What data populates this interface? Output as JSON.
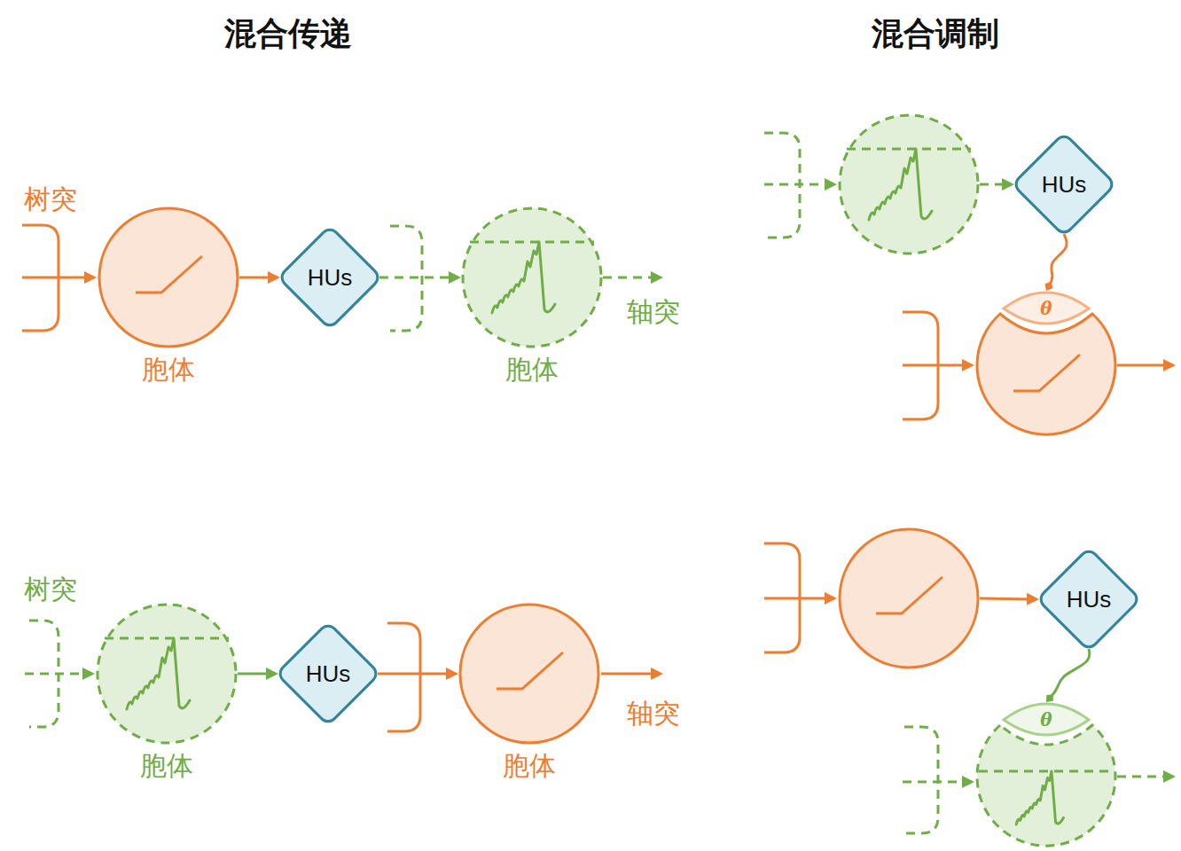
{
  "diagram": {
    "nodes": [
      {
        "text": [
          "胞体"
        ]
      },
      {
        "text": [
          "HUs"
        ]
      },
      {
        "text": [
          "胞体"
        ]
      },
      {
        "text": []
      },
      {
        "text": [
          "HUs"
        ]
      },
      {
        "text": [
          "θ"
        ]
      },
      {
        "text": [
          "胞体"
        ]
      },
      {
        "text": [
          "HUs"
        ]
      },
      {
        "text": [
          "胞体"
        ]
      },
      {
        "text": []
      },
      {
        "text": [
          "HUs"
        ]
      },
      {
        "text": [
          "θ"
        ]
      }
    ],
    "edges": [
      {
        "from": 0,
        "to": 1,
        "arrow": "to"
      },
      {
        "from": 1,
        "to": 2,
        "arrow": "to"
      },
      {
        "from": 3,
        "to": 4,
        "arrow": "to"
      },
      {
        "from": 4,
        "to": 5,
        "arrow": "to"
      },
      {
        "from": 6,
        "to": 7,
        "arrow": "to"
      },
      {
        "from": 7,
        "to": 8,
        "arrow": "to"
      },
      {
        "from": 9,
        "to": 10,
        "arrow": "to"
      },
      {
        "from": 10,
        "to": 11,
        "arrow": "to"
      }
    ],
    "labels": [
      "混合传递",
      "混合调制",
      "树突",
      "轴突",
      "树突",
      "轴突"
    ]
  }
}
